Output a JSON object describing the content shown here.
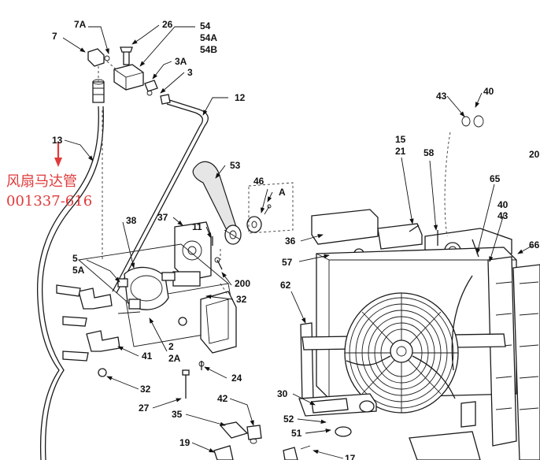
{
  "callouts": {
    "c7A": "7A",
    "c26": "26",
    "c7": "7",
    "c54": "54",
    "c54A": "54A",
    "c54B": "54B",
    "c3A": "3A",
    "c3": "3",
    "c12": "12",
    "c13": "13",
    "c53": "53",
    "c46": "46",
    "cA": "A",
    "c38": "38",
    "c37": "37",
    "c11": "11",
    "c5": "5",
    "c5A": "5A",
    "c200": "200",
    "c32a": "32",
    "c41": "41",
    "c2": "2",
    "c2A": "2A",
    "c24": "24",
    "c32b": "32",
    "c27": "27",
    "c42": "42",
    "c35": "35",
    "c19": "19",
    "c17": "17",
    "c43a": "43",
    "c40a": "40",
    "c15": "15",
    "c21": "21",
    "c58": "58",
    "c20": "20",
    "c65": "65",
    "c40b": "40",
    "c43b": "43",
    "c66": "66",
    "c36": "36",
    "c57": "57",
    "c62": "62",
    "c30": "30",
    "c52": "52",
    "c51": "51"
  },
  "annotation": {
    "line1": "风扇马达管",
    "line2": "001337-616",
    "color": "#e03a3a"
  }
}
